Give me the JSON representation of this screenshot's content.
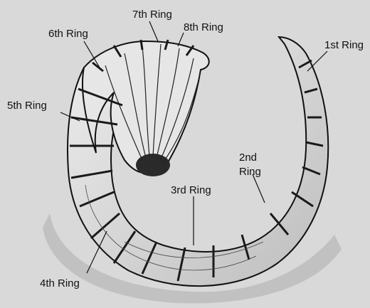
{
  "figure": {
    "subject": "ram horn growth rings",
    "labels": {
      "r1": "1st Ring",
      "r2a": "2nd",
      "r2b": "Ring",
      "r3": "3rd Ring",
      "r4": "4th Ring",
      "r5": "5th Ring",
      "r6": "6th Ring",
      "r7": "7th Ring",
      "r8": "8th Ring"
    },
    "colors": {
      "background": "#d9d9d9",
      "ink": "#111111",
      "shade": "#2a2a2a"
    }
  }
}
